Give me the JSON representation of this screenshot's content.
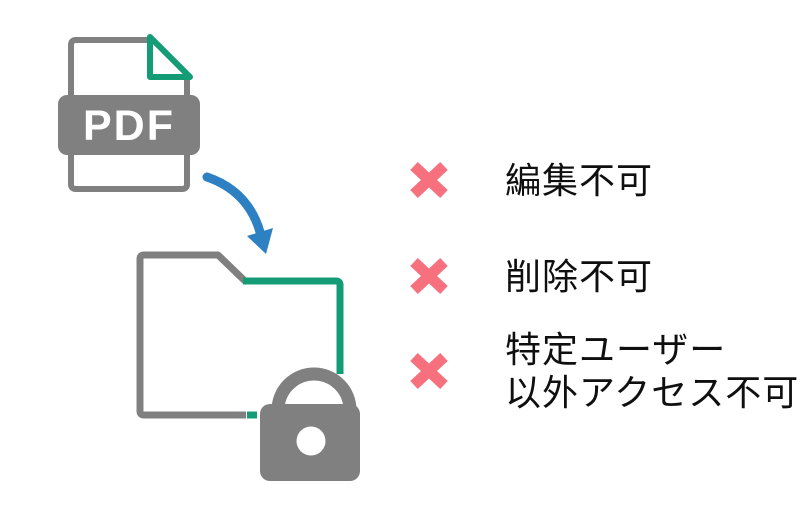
{
  "illustration": {
    "pdf_label": "PDF",
    "colors": {
      "gray": "#808080",
      "green": "#149c77",
      "arrow_blue": "#2d80c1",
      "cross_red": "#f7707e",
      "text": "#0f0f0f",
      "background": "#ffffff"
    }
  },
  "restrictions": {
    "items": [
      {
        "lines": [
          "編集不可"
        ]
      },
      {
        "lines": [
          "削除不可"
        ]
      },
      {
        "lines": [
          "特定ユーザー",
          "以外アクセス不可"
        ]
      }
    ]
  }
}
